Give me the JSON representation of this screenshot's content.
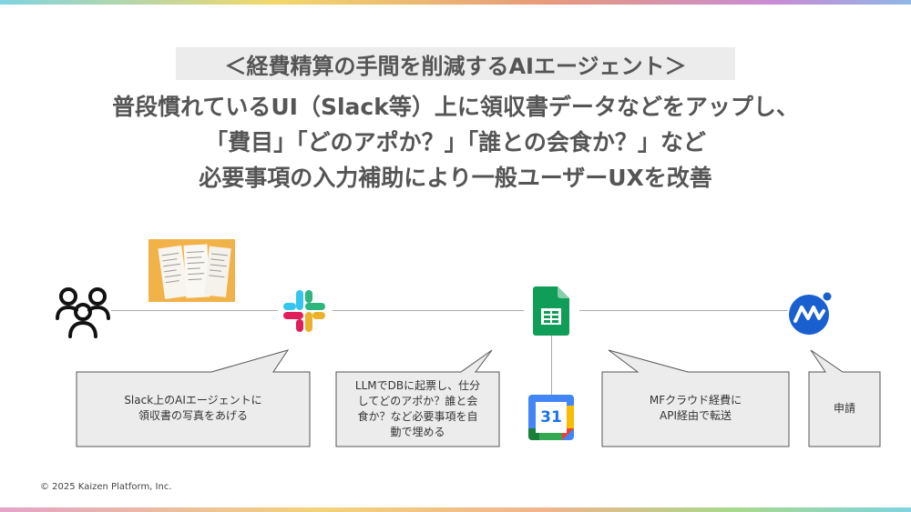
{
  "header": {
    "title": "＜経費精算の手間を削減するAIエージェント＞",
    "line1": "普段慣れているUI（Slack等）上に領収書データなどをアップし、",
    "line2": "「費目」「どのアポか？」「誰との会食か？」など",
    "line3": "必要事項の入力補助により一般ユーザーUXを改善"
  },
  "calendar_icon": {
    "day": "31"
  },
  "callouts": {
    "slack": {
      "line1": "Slack上のAIエージェントに",
      "line2": "領収書の写真をあげる"
    },
    "llm": {
      "line1": "LLMでDBに起票し、仕分",
      "line2": "してどのアポか？誰と会",
      "line3": "食か？など必要事項を自",
      "line4": "動で埋める"
    },
    "mf": {
      "line1": "MFクラウド経費に",
      "line2": "API経由で転送"
    },
    "apply": {
      "line1": "申請"
    }
  },
  "footer": {
    "copyright": "© 2025 Kaizen Platform, Inc."
  }
}
